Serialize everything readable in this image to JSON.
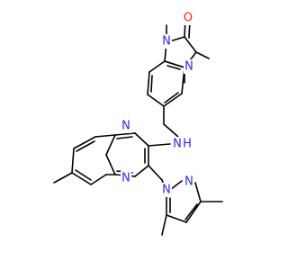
{
  "molecule": {
    "colors": {
      "nitrogen": "#2c2cdc",
      "oxygen": "#ff1a1a",
      "bond": "#000000",
      "background": "#ffffff"
    },
    "atom_labels": {
      "n_urea_top": "N",
      "n_urea_bottom": "N",
      "o_carbonyl": "O",
      "n_amine": "N",
      "h_amine": "H",
      "n_quinox_top": "N",
      "n_quinox_bottom": "N",
      "n_pyrazole_1": "N",
      "n_pyrazole_2": "N"
    }
  }
}
